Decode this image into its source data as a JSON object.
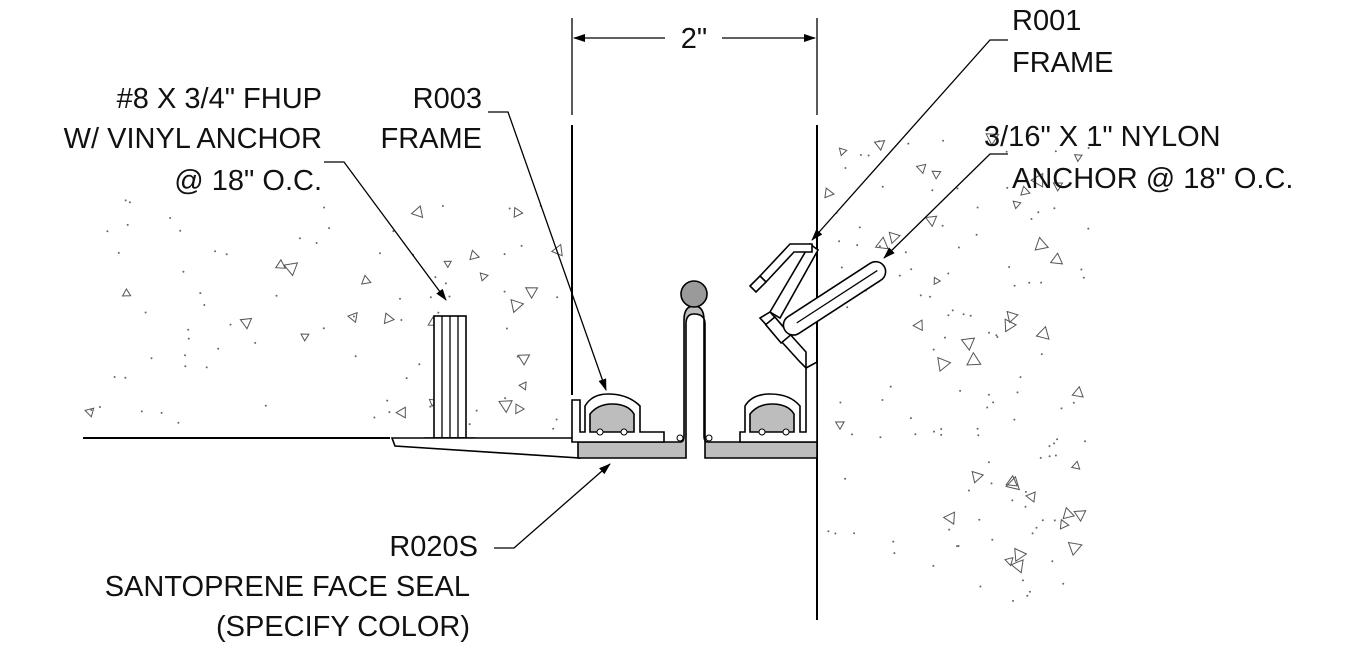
{
  "diagram": {
    "dimension": "2\"",
    "labels": {
      "screw": [
        "#8 X 3/4\" FHUP",
        "W/ VINYL ANCHOR",
        "@ 18\" O.C."
      ],
      "r003": [
        "R003",
        "FRAME"
      ],
      "r001": [
        "R001",
        "FRAME"
      ],
      "nylon": [
        "3/16\" X 1\" NYLON",
        "ANCHOR @ 18\" O.C."
      ],
      "seal": [
        "R020S",
        "SANTOPRENE FACE SEAL",
        "(SPECIFY COLOR)"
      ]
    },
    "colors": {
      "seal_fill": "#bdbdbd",
      "line": "#000000",
      "aggregate": "#555555"
    }
  }
}
